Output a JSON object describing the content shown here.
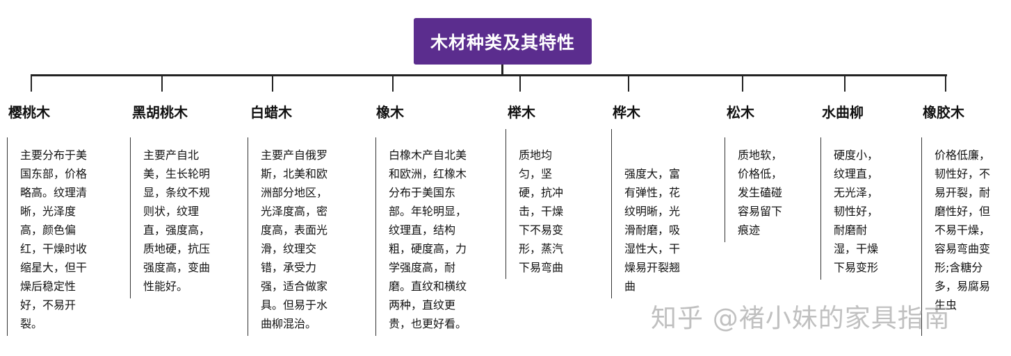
{
  "title": "木材种类及其特性",
  "watermark": "知乎 @褚小妹的家具指南",
  "colors": {
    "root_bg": "#5b2d8e",
    "root_text": "#ffffff",
    "line": "#222222",
    "watermark": "#8c8c8c"
  },
  "woods": [
    {
      "name": "樱桃木",
      "lines": [
        "主要分布于美",
        "国东部，价格",
        "略高。纹理清",
        "晰，光泽度",
        "高，颜色偏",
        "红，干燥时收",
        "缩星大，但干",
        "燥后稳定性",
        "好，不易开",
        "裂。"
      ]
    },
    {
      "name": "黑胡桃木",
      "lines": [
        "主要产自北",
        "美，生长轮明",
        "显，条纹不规",
        "则状，纹理",
        "直，强度高，",
        "质地硬，抗压",
        "强度高，变曲",
        "性能好。"
      ]
    },
    {
      "name": "白蜡木",
      "lines": [
        "主要产自俄罗",
        "斯，北美和欧",
        "洲部分地区，",
        "光泽度高，密",
        "度高，表面光",
        "滑，纹理交",
        "错，承受力",
        "强，适合做家",
        "具。但易于水",
        "曲柳混治。"
      ]
    },
    {
      "name": "橡木",
      "lines": [
        "白橡木产自北美",
        "和欧洲，红橡木",
        "分布于美国东",
        "部。年轮明显，",
        "纹理直，结构",
        "粗，硬度高，力",
        "学强度高，耐",
        "磨。直纹和横纹",
        "两种，直纹更",
        "贵，也更好看。"
      ]
    },
    {
      "name": "榉木",
      "lines": [
        "质地均",
        "匀，坚",
        "硬，抗冲",
        "击，干燥",
        "下不易变",
        "形，蒸汽",
        "下易弯曲"
      ]
    },
    {
      "name": "桦木",
      "lines": [
        "强度大，富",
        "有弹性，花",
        "纹明晰，光",
        "滑耐磨，吸",
        "湿性大，干",
        "燥易开裂翘",
        "曲"
      ]
    },
    {
      "name": "松木",
      "lines": [
        "质地软，",
        "价格低，",
        "发生磕碰",
        "容易留下",
        "痕迹"
      ]
    },
    {
      "name": "水曲柳",
      "lines": [
        "硬度小，",
        "纹理直，",
        "无光泽，",
        "韧性好，",
        "耐磨耐",
        "湿，干燥",
        "下易变形"
      ]
    },
    {
      "name": "橡胶木",
      "lines": [
        "价格低廉，",
        "韧性好，不",
        "易开裂，耐",
        "磨性好，但",
        "不易干燥，",
        "容易弯曲变",
        "形;含糖分",
        "多，易腐易",
        "生虫"
      ]
    }
  ]
}
